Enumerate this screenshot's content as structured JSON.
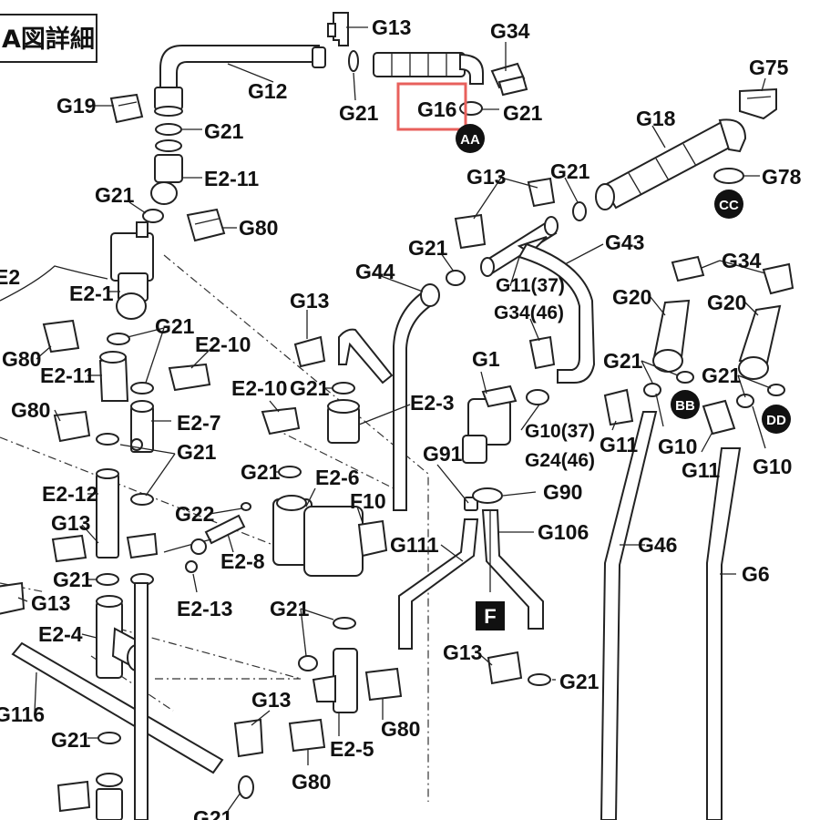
{
  "title": "A図詳細",
  "highlight_label": "G16",
  "highlight_color": "#e8605c",
  "markers": {
    "aa": "AA",
    "bb": "BB",
    "cc": "CC",
    "dd": "DD",
    "f": "F"
  },
  "labels": {
    "g13_top": "G13",
    "g34_top": "G34",
    "g12": "G12",
    "g21_a": "G21",
    "g21_b": "G21",
    "g19": "G19",
    "g75": "G75",
    "g21_c": "G21",
    "g18": "G18",
    "e2_11_a": "E2-11",
    "g13_b": "G13",
    "g21_d": "G21",
    "g78": "G78",
    "g21_e": "G21",
    "g80_a": "G80",
    "g43": "G43",
    "e2_a": "E2",
    "g21_f": "G21",
    "g34_b": "G34",
    "g44": "G44",
    "e2_1": "E2-1",
    "g11_37": "G11(37)",
    "g20_a": "G20",
    "g20_b": "G20",
    "g13_c": "G13",
    "g34_46": "G34(46)",
    "g21_g": "G21",
    "e2_10_a": "E2-10",
    "g80_b": "G80",
    "e2_11_b": "E2-11",
    "g1": "G1",
    "g21_h": "G21",
    "g21_i": "G21",
    "e2_10_b": "E2-10",
    "g21_j": "G21",
    "g80_c": "G80",
    "e2_3": "E2-3",
    "g10_37": "G10(37)",
    "bb_g10": "G10",
    "g10_b": "G10",
    "e2_7": "E2-7",
    "g24_46": "G24(46)",
    "g11_a": "G11",
    "g11_b": "G11",
    "g21_k": "G21",
    "g91": "G91",
    "g21_l": "G21",
    "e2_6": "E2-6",
    "e2_12": "E2-12",
    "f10": "F10",
    "g90": "G90",
    "g13_d": "G13",
    "g22": "G22",
    "g106": "G106",
    "g111": "G111",
    "g46": "G46",
    "e2_8": "E2-8",
    "g6": "G6",
    "g21_m": "G21",
    "g13_e": "G13",
    "e2_13": "E2-13",
    "g21_n": "G21",
    "e2_4": "E2-4",
    "g13_f": "G13",
    "g21_o": "G21",
    "g116": "G116",
    "g13_g": "G13",
    "g80_d": "G80",
    "e2_5": "E2-5",
    "g21_p": "G21",
    "g80_e": "G80",
    "g21_q": "G21"
  }
}
